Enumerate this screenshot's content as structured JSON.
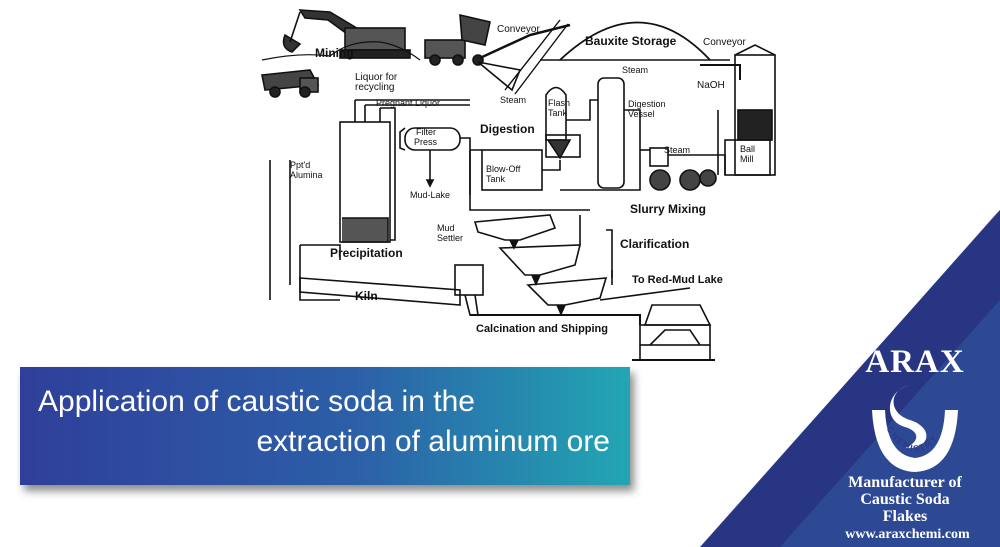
{
  "diagram": {
    "labels": {
      "mining": "Mining",
      "conveyor_left": "Conveyor",
      "bauxite_storage": "Bauxite Storage",
      "conveyor_right": "Conveyor",
      "liquor_recycling": "Liquor for\nrecycling",
      "pregnant_liquor": "Pregnant Liquor",
      "steam_left": "Steam",
      "flash_tank": "Flash\nTank",
      "steam_top": "Steam",
      "digestion_vessel": "Digestion\nVessel",
      "naoh": "NaOH",
      "filter_press": "Filter\nPress",
      "digestion": "Digestion",
      "ball_mill": "Ball\nMill",
      "pptd_alumina": "Ppt'd\nAlumina",
      "steam_mid": "Steam",
      "blow_off_tank": "Blow-Off\nTank",
      "mud_lake": "Mud-Lake",
      "slurry_mixing": "Slurry Mixing",
      "mud_settler": "Mud\nSettler",
      "clarification": "Clarification",
      "precipitation": "Precipitation",
      "to_red_mud_lake": "To Red-Mud Lake",
      "kiln": "Kiln",
      "calcination_shipping": "Calcination and Shipping"
    }
  },
  "banner": {
    "line1": "Application of caustic soda in the",
    "line2": "extraction of aluminum ore",
    "colors": {
      "start": "#2f3f9a",
      "end": "#22a6b3"
    }
  },
  "brand": {
    "name": "ARAX",
    "logo_ring_text": "CHEMISTRY",
    "tagline_1": "Manufacturer of",
    "tagline_2": "Caustic Soda",
    "tagline_3": "Flakes",
    "url": "www.araxchemi.com",
    "logo_icon": "ARAX-logo",
    "colors": {
      "panel_dark": "#2b3a8c",
      "panel_light": "#3e7fc1"
    }
  }
}
